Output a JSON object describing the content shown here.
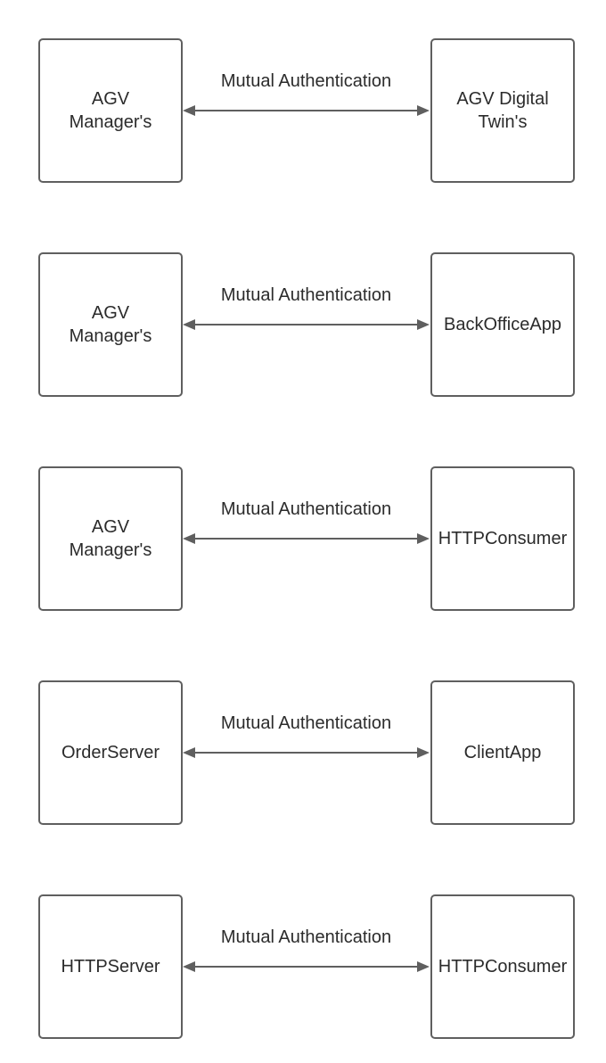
{
  "rows": [
    {
      "left": "AGV\nManager's",
      "right": "AGV Digital\nTwin's",
      "label": "Mutual Authentication"
    },
    {
      "left": "AGV\nManager's",
      "right": "BackOfficeApp",
      "label": "Mutual Authentication"
    },
    {
      "left": "AGV\nManager's",
      "right": "HTTPConsumer",
      "label": "Mutual Authentication"
    },
    {
      "left": "OrderServer",
      "right": "ClientApp",
      "label": "Mutual Authentication"
    },
    {
      "left": "HTTPServer",
      "right": "HTTPConsumer",
      "label": "Mutual Authentication"
    }
  ],
  "colors": {
    "stroke": "#5f5f5f",
    "text": "#2b2b2b",
    "background": "#ffffff"
  }
}
